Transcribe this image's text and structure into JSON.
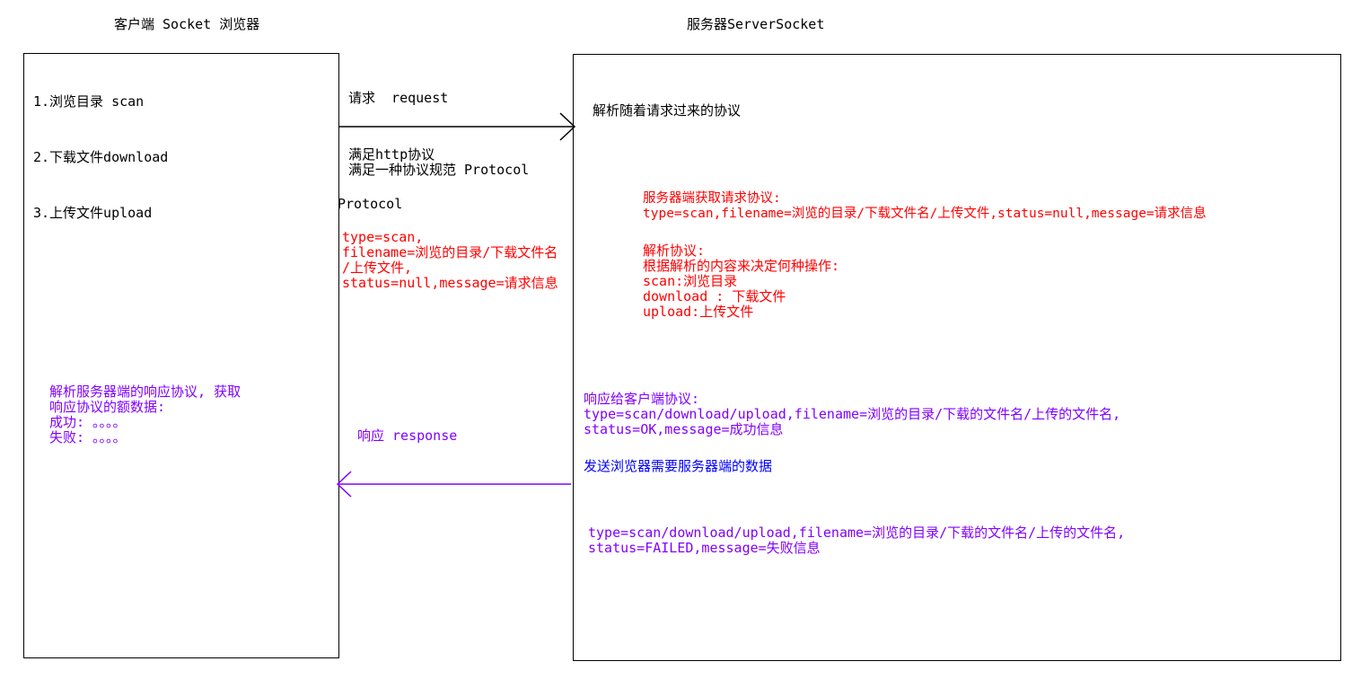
{
  "titles": {
    "client": "客户端 Socket 浏览器",
    "server": "服务器ServerSocket"
  },
  "client_menu": [
    "1.浏览目录 scan",
    "2.下载文件download",
    "3.上传文件upload"
  ],
  "request": {
    "label": "请求  request",
    "requirements": [
      "满足http协议",
      "满足一种协议规范 Protocol"
    ],
    "protocol_title": "Protocol",
    "protocol_fields": [
      "type=scan,",
      "filename=浏览的目录/下载文件名",
      "/上传文件,",
      "status=null,message=请求信息"
    ]
  },
  "server_parse_title": "解析随着请求过来的协议",
  "server_get": [
    "服务器端获取请求协议:",
    "type=scan,filename=浏览的目录/下载文件名/上传文件,status=null,message=请求信息"
  ],
  "server_parse": [
    "解析协议:",
    "根据解析的内容来决定何种操作:",
    "scan:浏览目录",
    "download : 下载文件",
    "upload:上传文件"
  ],
  "response_ok": [
    "响应给客户端协议:",
    "type=scan/download/upload,filename=浏览的目录/下载的文件名/上传的文件名,",
    "status=OK,message=成功信息"
  ],
  "response_send": "发送浏览器需要服务器端的数据",
  "response_fail": [
    "type=scan/download/upload,filename=浏览的目录/下载的文件名/上传的文件名,",
    "status=FAILED,message=失败信息"
  ],
  "response_label": "响应 response",
  "client_parse": [
    "解析服务器端的响应协议, 获取",
    "响应协议的额数据:",
    "成功: 。。。。",
    "失败: 。。。。"
  ],
  "colors": {
    "black": "#000000",
    "red": "#ff0000",
    "purple": "#8000ff",
    "blue": "#0000ff"
  }
}
